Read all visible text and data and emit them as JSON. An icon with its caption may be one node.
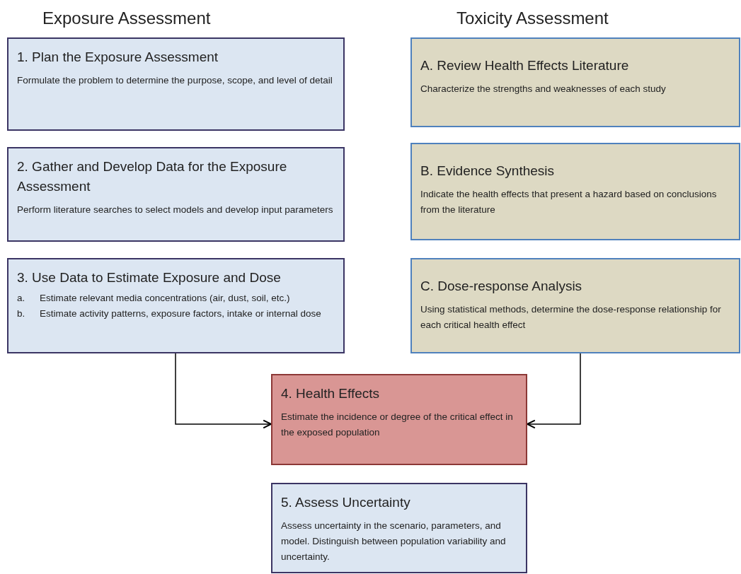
{
  "diagram": {
    "nodes": [
      {
        "text": [
          "1. Plan the Exposure Assessment",
          "Formulate the problem to determine the purpose, scope, and level of detail"
        ]
      },
      {
        "text": [
          "A. Review Health Effects Literature",
          "Characterize the strengths and weaknesses of each study"
        ]
      },
      {
        "text": [
          "2. Gather and Develop Data for the Exposure Assessment",
          "Perform literature searches to select models and develop input parameters"
        ]
      },
      {
        "text": [
          "B. Evidence Synthesis",
          "Indicate the health effects that present a hazard based on conclusions from the literature"
        ]
      },
      {
        "text": [
          "3. Use Data to Estimate Exposure and Dose",
          "a.",
          "Estimate relevant media concentrations (air, dust, soil, etc.)",
          "b.",
          "Estimate activity patterns, exposure factors, intake or internal dose"
        ]
      },
      {
        "text": [
          "C. Dose-response Analysis",
          "Using statistical methods, determine the dose-response relationship for each critical health effect"
        ]
      },
      {
        "text": [
          "4. Health Effects",
          "Estimate the incidence or degree of the critical effect in the exposed population"
        ]
      },
      {
        "text": [
          "5. Assess Uncertainty",
          "Assess uncertainty in the scenario, parameters, and model. Distinguish between population variability and uncertainty."
        ]
      }
    ],
    "edges": [
      {
        "from": 4,
        "to": 6,
        "arrow": "to"
      },
      {
        "from": 5,
        "to": 6,
        "arrow": "to"
      }
    ],
    "labels": [
      "Exposure Assessment",
      "Toxicity Assessment"
    ]
  }
}
